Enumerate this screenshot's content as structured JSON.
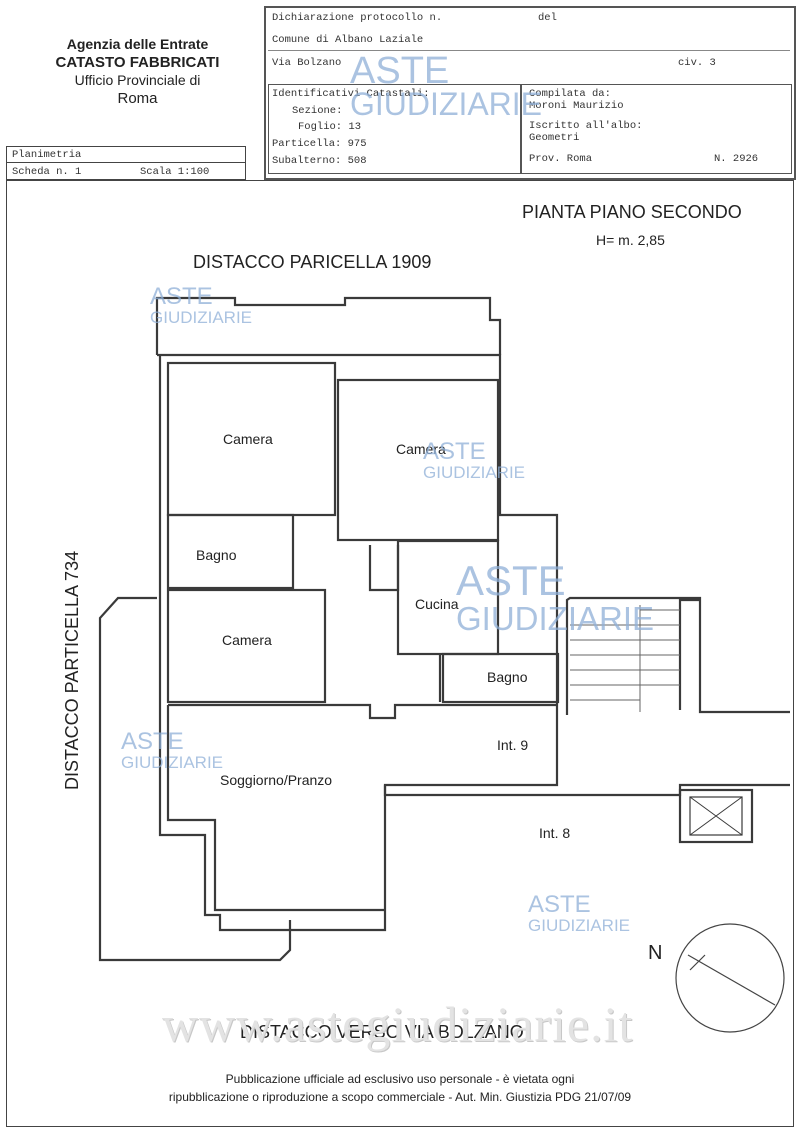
{
  "agency": {
    "line1": "Agenzia delle Entrate",
    "line2": "CATASTO FABBRICATI",
    "line3": "Ufficio Provinciale di",
    "line4": "Roma"
  },
  "header": {
    "declaration": "Dichiarazione protocollo n.",
    "del": "del",
    "comune": "Comune di Albano Laziale",
    "via": "Via Bolzano",
    "civ": "civ. 3",
    "identificativi": "Identificativi Catastali:",
    "sezione": "Sezione:",
    "foglio": "Foglio: 13",
    "particella": "Particella: 975",
    "subalterno": "Subalterno: 508",
    "compilata": "Compilata da:",
    "name": "Moroni Maurizio",
    "iscritto": "Iscritto all'albo:",
    "geometri": "Geometri",
    "prov": "Prov. Roma",
    "num": "N. 2926"
  },
  "sheet": {
    "planimetria": "Planimetria",
    "scheda": "Scheda n. 1",
    "scala": "Scala 1:100"
  },
  "plan": {
    "title": "PIANTA PIANO SECONDO",
    "height": "H= m. 2,85",
    "top_label": "DISTACCO PARICELLA 1909",
    "left_label": "DISTACCO PARTICELLA 734",
    "bottom_label": "DISTACCO VERSO VIA BOLZANO",
    "north": "N",
    "rooms": {
      "camera1": "Camera",
      "camera2": "Camera",
      "bagno1": "Bagno",
      "cucina": "Cucina",
      "camera3": "Camera",
      "bagno2": "Bagno",
      "int9": "Int. 9",
      "soggiorno": "Soggiorno/Pranzo",
      "int8": "Int. 8"
    }
  },
  "watermark": {
    "aste": "ASTE",
    "giudiziarie": "GIUDIZIARIE",
    "site": "www.astegiudiziarie.it"
  },
  "footer": {
    "line1": "Pubblicazione ufficiale ad esclusivo uso personale - è vietata ogni",
    "line2": "ripubblicazione o riproduzione a scopo commerciale - Aut. Min. Giustizia PDG 21/07/09"
  }
}
